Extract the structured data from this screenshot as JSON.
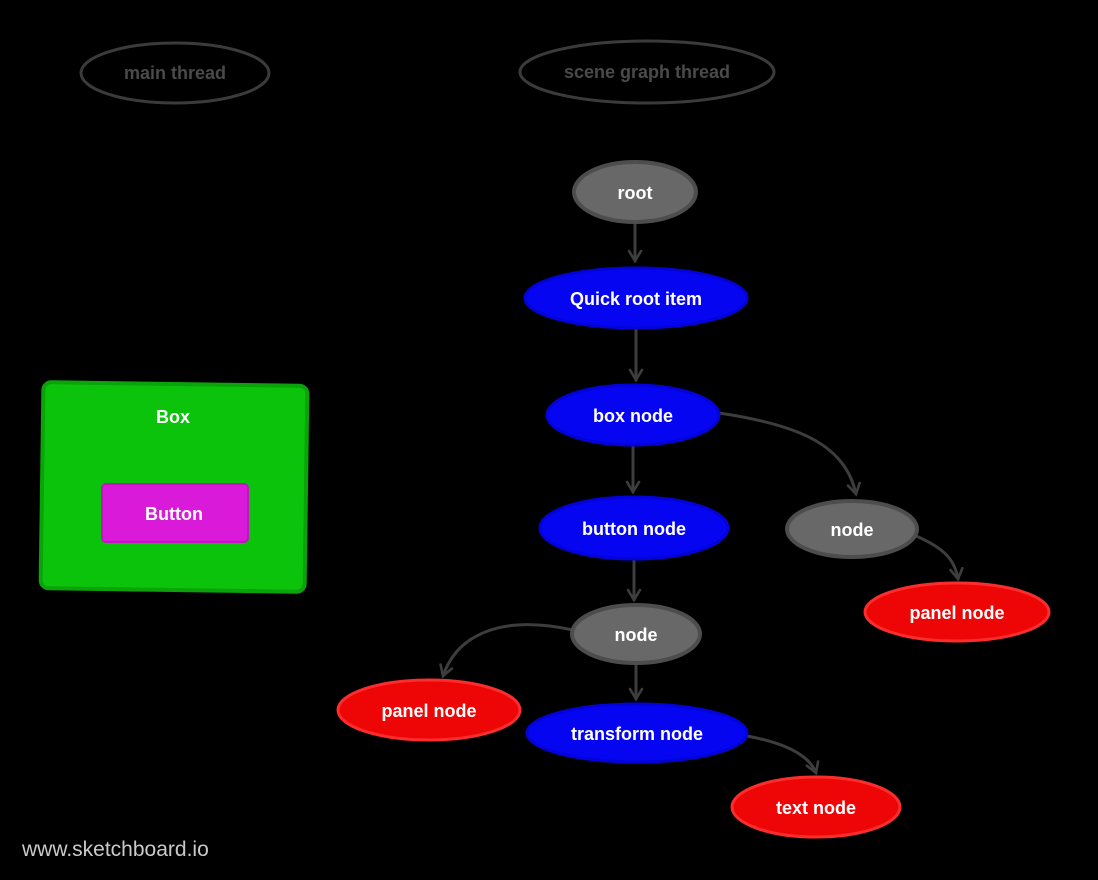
{
  "canvas": {
    "background": "#000000",
    "watermark": "www.sketchboard.io"
  },
  "colors": {
    "node_blue": "#0505f2",
    "node_gray": "#686868",
    "node_red": "#ee0505",
    "box_green": "#0cc30c",
    "button_magenta": "#d91bd9",
    "edge_stroke": "#3d3d3d",
    "thread_outline": "#3b3b3d",
    "node_text": "#ffffff"
  },
  "threads": [
    {
      "label": "main thread"
    },
    {
      "label": "scene graph thread"
    }
  ],
  "main_thread_preview": {
    "box_label": "Box",
    "button_label": "Button"
  },
  "scene_graph": {
    "nodes": [
      {
        "id": "root",
        "label": "root",
        "color": "gray"
      },
      {
        "id": "quick-root-item",
        "label": "Quick root item",
        "color": "blue"
      },
      {
        "id": "box-node",
        "label": "box node",
        "color": "blue"
      },
      {
        "id": "button-node",
        "label": "button node",
        "color": "blue"
      },
      {
        "id": "node-right",
        "label": "node",
        "color": "gray"
      },
      {
        "id": "panel-node-right",
        "label": "panel node",
        "color": "red"
      },
      {
        "id": "node-middle",
        "label": "node",
        "color": "gray"
      },
      {
        "id": "panel-node-left",
        "label": "panel node",
        "color": "red"
      },
      {
        "id": "transform-node",
        "label": "transform node",
        "color": "blue"
      },
      {
        "id": "text-node",
        "label": "text node",
        "color": "red"
      }
    ],
    "edges": [
      {
        "from": "root",
        "to": "quick-root-item"
      },
      {
        "from": "quick-root-item",
        "to": "box-node"
      },
      {
        "from": "box-node",
        "to": "button-node"
      },
      {
        "from": "box-node",
        "to": "node-right"
      },
      {
        "from": "node-right",
        "to": "panel-node-right"
      },
      {
        "from": "button-node",
        "to": "node-middle"
      },
      {
        "from": "node-middle",
        "to": "panel-node-left"
      },
      {
        "from": "node-middle",
        "to": "transform-node"
      },
      {
        "from": "transform-node",
        "to": "text-node"
      }
    ]
  }
}
